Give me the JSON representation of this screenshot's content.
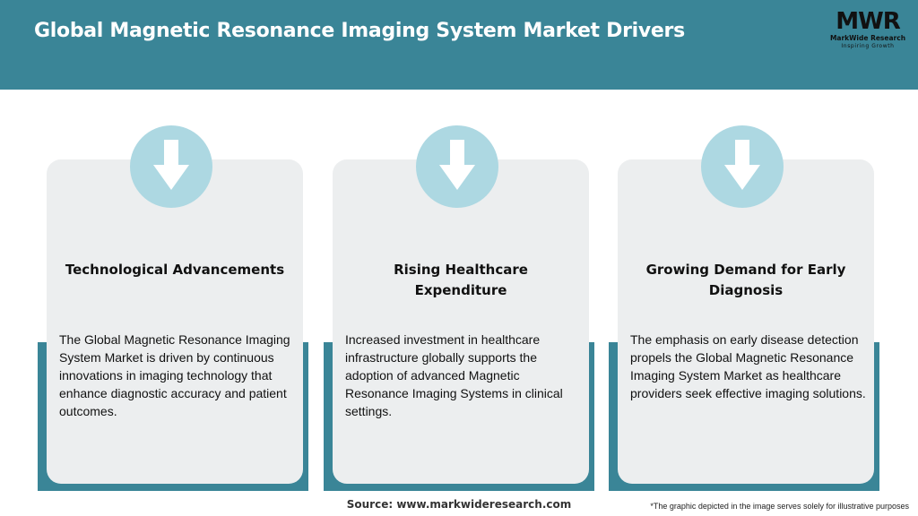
{
  "header": {
    "title": "Global Magnetic Resonance Imaging System Market Drivers"
  },
  "logo": {
    "mark": "MWR",
    "name": "MarkWide Research",
    "tagline": "Inspiring Growth"
  },
  "cards": [
    {
      "icon": "arrow-down-icon",
      "title": "Technological Advancements",
      "description": "The Global Magnetic Resonance Imaging System Market is driven by continuous innovations in imaging technology that enhance diagnostic accuracy and patient outcomes."
    },
    {
      "icon": "arrow-down-icon",
      "title": "Rising Healthcare Expenditure",
      "description": "Increased investment in healthcare infrastructure globally supports the adoption of advanced Magnetic Resonance Imaging Systems in clinical settings."
    },
    {
      "icon": "arrow-down-icon",
      "title": "Growing Demand for Early Diagnosis",
      "description": "The emphasis on early disease detection propels the Global Magnetic Resonance Imaging System Market as healthcare providers seek effective imaging solutions."
    }
  ],
  "footer": {
    "source": "Source: www.markwideresearch.com",
    "disclaimer": "*The graphic depicted in the image serves solely for illustrative purposes"
  },
  "colors": {
    "header_bg": "#3a8597",
    "accent": "#3a8597",
    "card_bg": "#eceeef",
    "icon_circle": "#add8e2"
  }
}
